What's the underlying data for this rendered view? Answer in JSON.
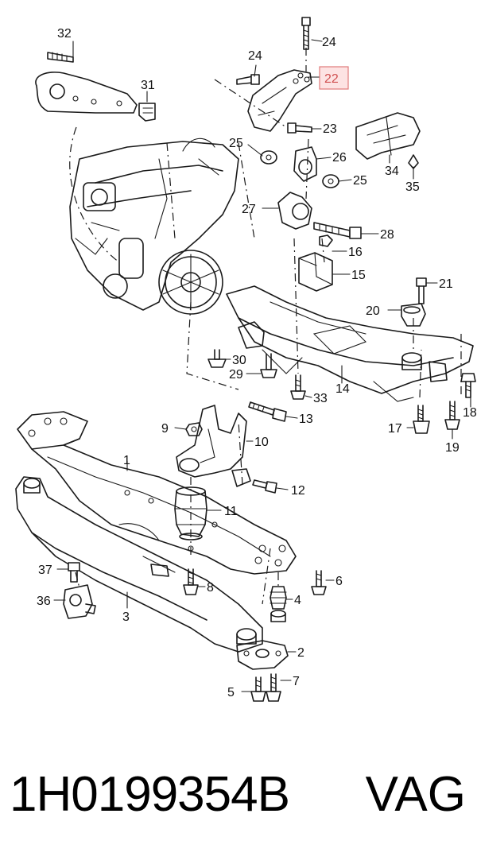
{
  "highlight_color": "#e07a7a",
  "callouts": {
    "c1": "1",
    "c2": "2",
    "c3": "3",
    "c4": "4",
    "c5": "5",
    "c6": "6",
    "c7": "7",
    "c8": "8",
    "c9": "9",
    "c10": "10",
    "c11": "11",
    "c12": "12",
    "c13": "13",
    "c14": "14",
    "c15": "15",
    "c16": "16",
    "c17": "17",
    "c18": "18",
    "c19": "19",
    "c20": "20",
    "c21": "21",
    "c22": "22",
    "c23": "23",
    "c24a": "24",
    "c24b": "24",
    "c25a": "25",
    "c25b": "25",
    "c26": "26",
    "c27": "27",
    "c28": "28",
    "c29": "29",
    "c30": "30",
    "c31": "31",
    "c32": "32",
    "c33": "33",
    "c34": "34",
    "c35": "35",
    "c36": "36",
    "c37": "37"
  },
  "footer": {
    "part_number": "1H0199354B",
    "brand": "VAG"
  }
}
